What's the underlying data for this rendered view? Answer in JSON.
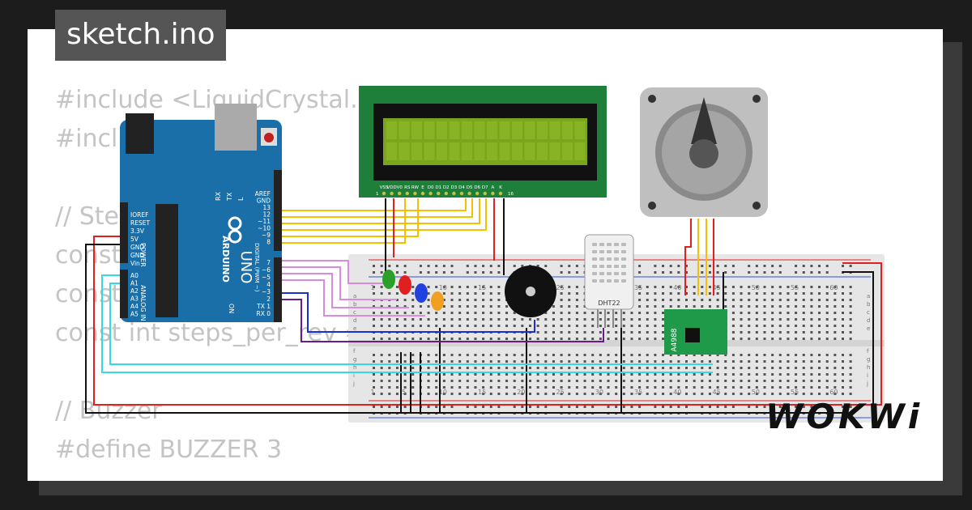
{
  "window": {
    "title": "sketch.ino"
  },
  "code_lines": [
    "#include <LiquidCrystal.h>",
    "#include",
    "",
    "// Step",
    "const",
    "const",
    "const int steps_per_rev =",
    "",
    "// Buzzer",
    "#define BUZZER 3"
  ],
  "arduino": {
    "brand": "ARDUINO",
    "model": "UNO",
    "on_label": "ON",
    "power_label": "POWER",
    "analog_label": "ANALOG IN",
    "digital_label": "DIGITAL (PWM ~)",
    "left_pins": [
      "IOREF",
      "RESET",
      "3.3V",
      "5V",
      "GND",
      "GND",
      "Vin"
    ],
    "analog_pins": [
      "A0",
      "A1",
      "A2",
      "A3",
      "A4",
      "A5"
    ],
    "right_pins_top": [
      "AREF",
      "GND",
      "13",
      "12",
      "~11",
      "~10",
      "~9",
      "8"
    ],
    "right_pins_bottom": [
      "7",
      "~6",
      "~5",
      "4",
      "~3",
      "2",
      "TX 1",
      "RX 0"
    ],
    "tx": "TX",
    "rx": "RX",
    "l": "L"
  },
  "lcd": {
    "pins": [
      "VSS",
      "VDD",
      "V0",
      "RS",
      "RW",
      "E",
      "D0",
      "D1",
      "D2",
      "D3",
      "D4",
      "D5",
      "D6",
      "D7",
      "A",
      "K"
    ],
    "first": "1",
    "last": "16"
  },
  "dht": {
    "label": "DHT22"
  },
  "driver": {
    "label": "A4988"
  },
  "breadboard": {
    "numbers": [
      "1",
      "5",
      "10",
      "15",
      "20",
      "25",
      "30",
      "35",
      "40",
      "45",
      "50",
      "55",
      "60"
    ],
    "rows_top": [
      "a",
      "b",
      "c",
      "d",
      "e"
    ],
    "rows_bottom": [
      "f",
      "g",
      "h",
      "i",
      "j"
    ]
  },
  "brand": {
    "logo": "WOKWi"
  },
  "colors": {
    "background": "#1c1c1c",
    "card": "#ffffff",
    "arduino": "#1a6fa8",
    "lcd_board": "#1e7f3a",
    "lcd_screen": "#7aa51c",
    "driver": "#1e9a48",
    "wire_yellow": "#f2c200",
    "wire_red": "#e02020",
    "wire_black": "#111111",
    "wire_cyan": "#35d8e8",
    "wire_violet": "#d98be0",
    "wire_blue": "#1a2fd0"
  }
}
